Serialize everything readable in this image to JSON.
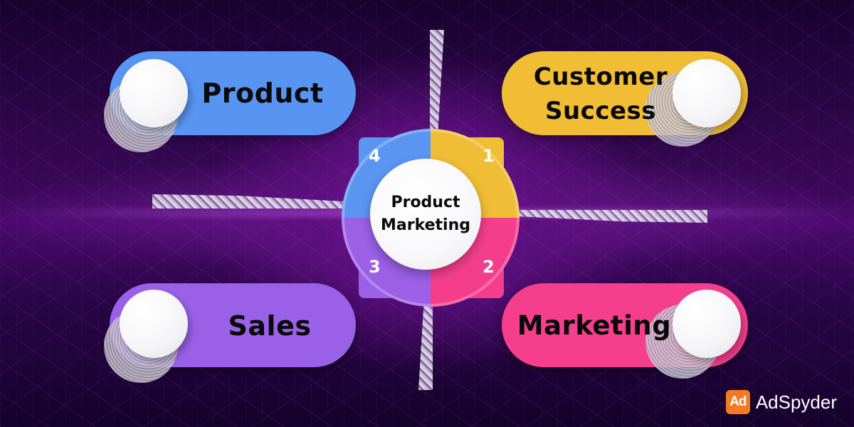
{
  "diagram": {
    "center": {
      "line1": "Product",
      "line2": "Marketing"
    },
    "quadrants": [
      {
        "number": "1",
        "color": "#efbd36",
        "position": "top-right"
      },
      {
        "number": "2",
        "color": "#f43e8c",
        "position": "bottom-right"
      },
      {
        "number": "3",
        "color": "#9b60e6",
        "position": "bottom-left"
      },
      {
        "number": "4",
        "color": "#5a96f1",
        "position": "top-left"
      }
    ],
    "nodes": {
      "product": {
        "label": "Product",
        "color": "#5895f2"
      },
      "customer_success": {
        "line1": "Customer",
        "line2": "Success",
        "color": "#f0bd35"
      },
      "sales": {
        "label": "Sales",
        "color": "#9a60e8"
      },
      "marketing": {
        "label": "Marketing",
        "color": "#f53f8d"
      }
    }
  },
  "brand": {
    "logo_text": "Ad",
    "name": "AdSpyder",
    "logo_color": "#f47a22"
  },
  "background": {
    "primary": "#3a0858",
    "accent": "#8a1aa8"
  }
}
